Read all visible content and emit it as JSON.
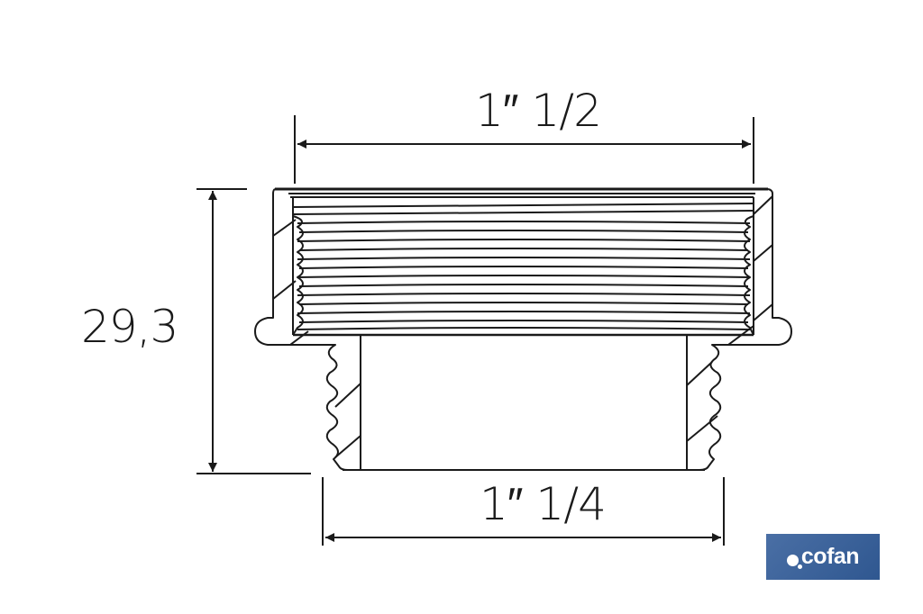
{
  "drawing": {
    "subject": "threaded reducing nipple cross-section",
    "dimensions": {
      "top_width": "1″ 1/2",
      "bottom_width": "1″ 1/4",
      "height": "29,3"
    }
  },
  "brand": {
    "logo_text": "cofan",
    "logo_color": "#3b62a0"
  },
  "colors": {
    "line": "#1a1a1a",
    "background": "#ffffff"
  }
}
